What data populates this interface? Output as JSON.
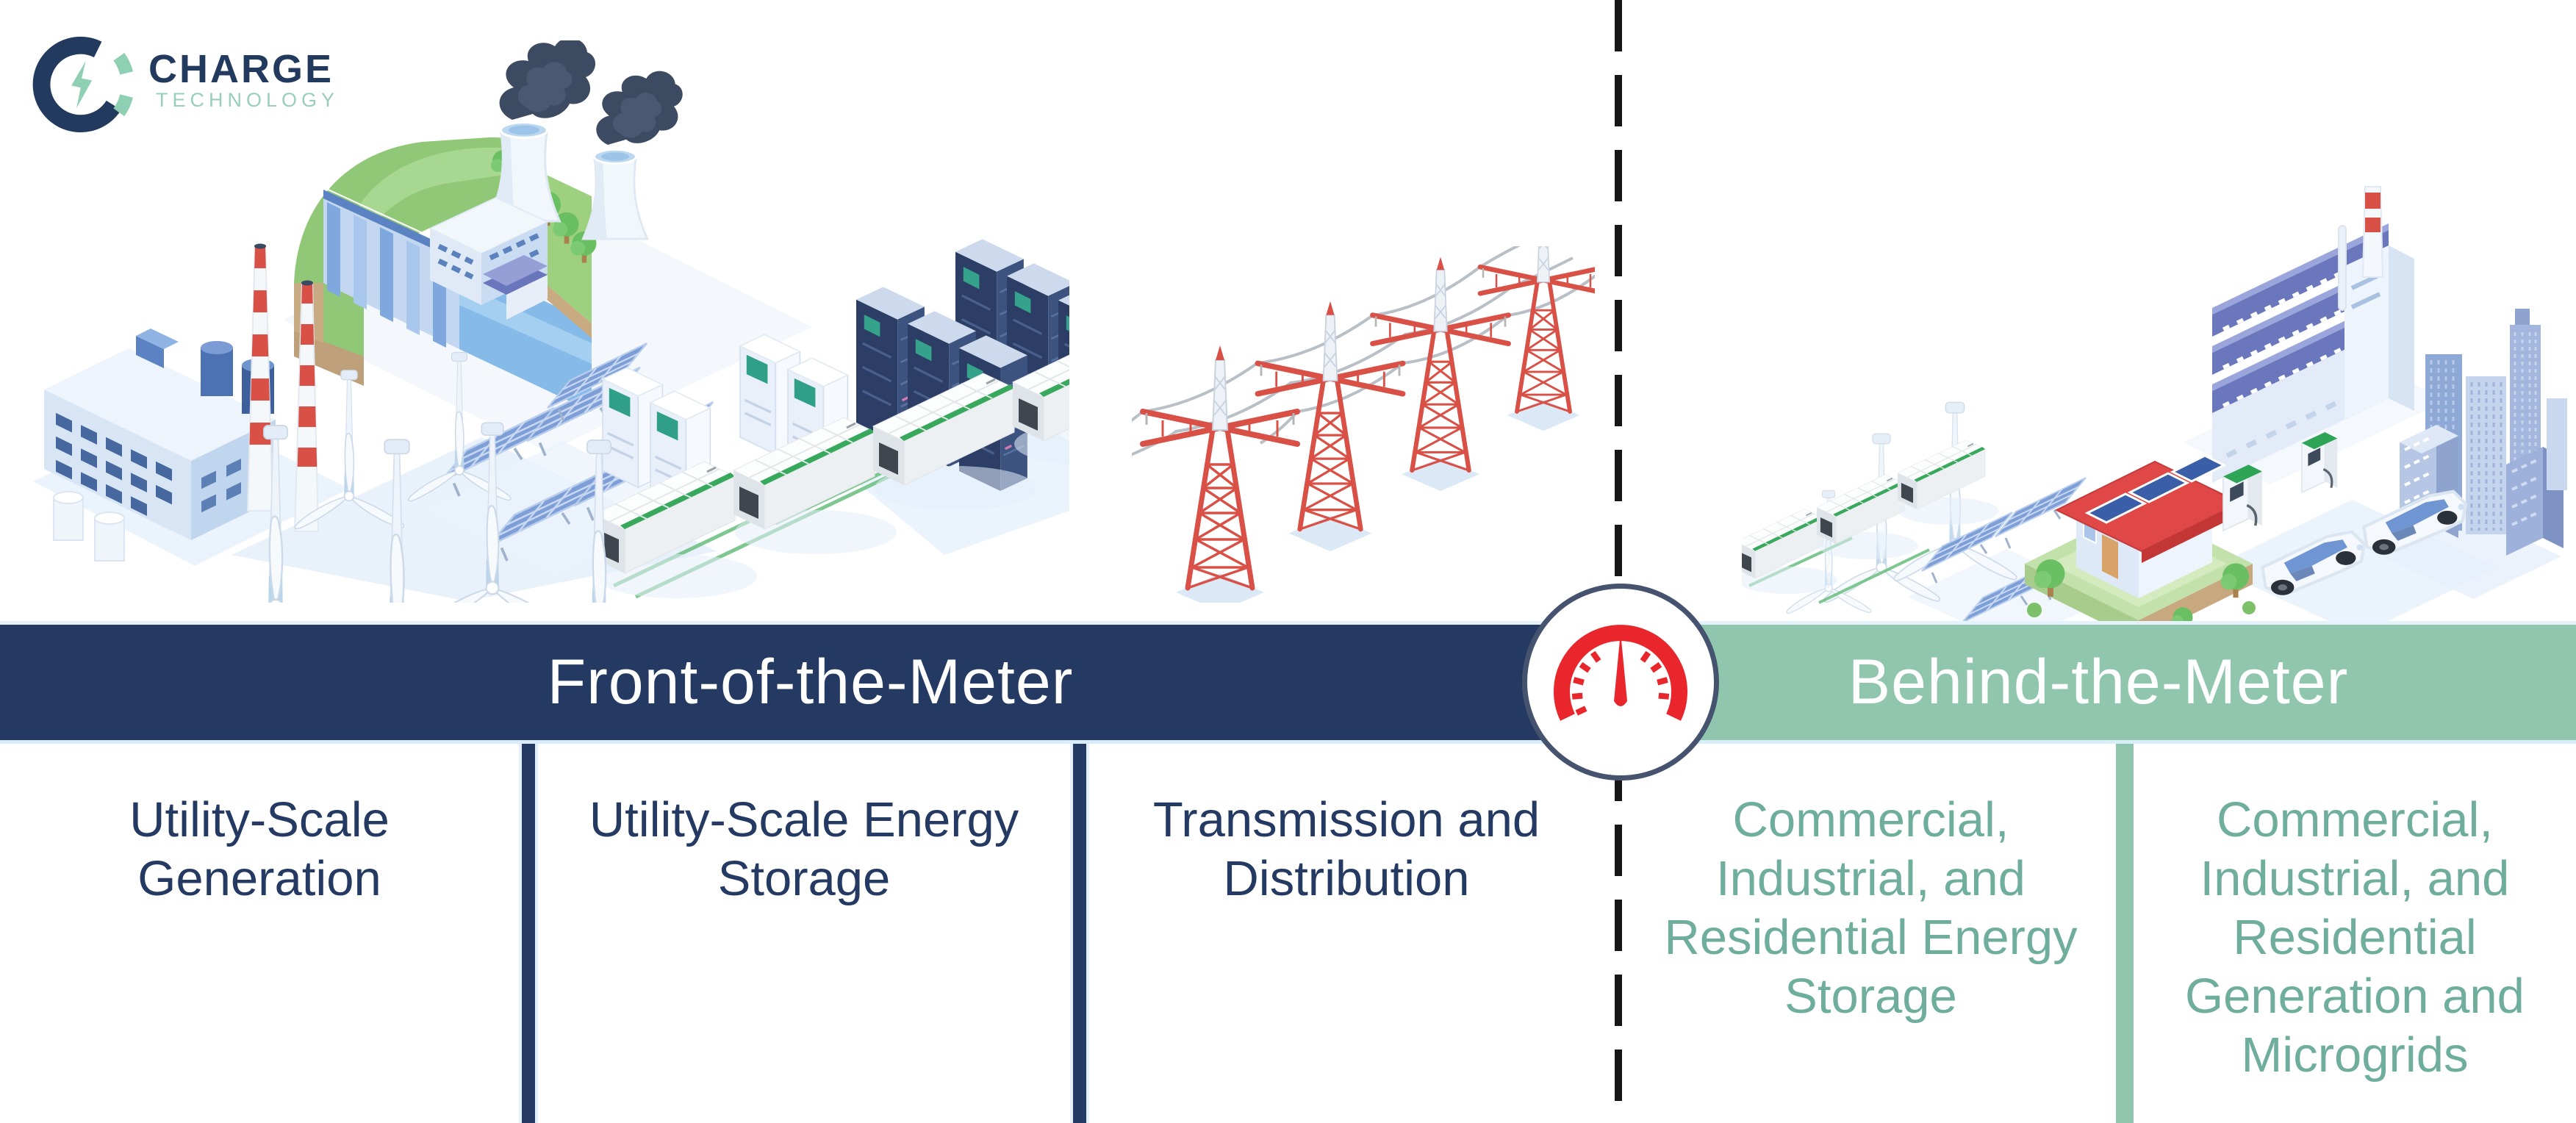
{
  "logo": {
    "brand": "CHARGE",
    "tagline": "TECHNOLOGY",
    "icon": "charge-c-bolt-icon",
    "brand_color": "#223a5e",
    "tagline_color": "#99cfb8"
  },
  "meter": {
    "icon": "gauge-meter-icon",
    "needle_color": "#e8262b",
    "ring_color": "#46536f",
    "divider_line": {
      "style": "dashed",
      "color": "#161616"
    }
  },
  "banners": {
    "front": {
      "label": "Front-of-the-Meter",
      "bg": "#243a63",
      "text_color": "#ffffff"
    },
    "behind": {
      "label": "Behind-the-Meter",
      "bg": "#8fc6ad",
      "text_color": "#ffffff"
    }
  },
  "columns": [
    {
      "side": "front-of-the-meter",
      "label": "Utility-Scale\nGeneration",
      "text_color": "#243a63"
    },
    {
      "side": "front-of-the-meter",
      "label": "Utility-Scale Energy\nStorage",
      "text_color": "#243a63"
    },
    {
      "side": "front-of-the-meter",
      "label": "Transmission and\nDistribution",
      "text_color": "#243a63"
    },
    {
      "side": "behind-the-meter",
      "label": "Commercial,\nIndustrial, and\nResidential Energy\nStorage",
      "text_color": "#6fae9c"
    },
    {
      "side": "behind-the-meter",
      "label": "Commercial,\nIndustrial, and\nResidential\nGeneration and\nMicrogrids",
      "text_color": "#6fae9c"
    }
  ],
  "scenes": {
    "utility_generation": {
      "name": "utility-scale-generation-illustration",
      "icons": [
        "coal-gas-plant-icon",
        "striped-chimney-icon",
        "fuel-tank-icon",
        "hydro-dam-icon",
        "cooling-tower-icon",
        "smoke-icon",
        "solar-array-icon",
        "wind-turbine-icon",
        "inverter-cabinet-icon",
        "server-rack-icon",
        "battery-container-icon"
      ]
    },
    "transmission": {
      "name": "transmission-towers-illustration",
      "icons": [
        "transmission-tower-icon",
        "power-line-icon"
      ]
    },
    "behind_the_meter": {
      "name": "behind-the-meter-illustration",
      "icons": [
        "wind-turbine-icon",
        "battery-container-icon",
        "solar-array-icon",
        "solar-roof-house-icon",
        "factory-icon",
        "city-buildings-icon",
        "ev-charger-icon",
        "electric-car-icon",
        "tree-icon"
      ]
    }
  },
  "palette": {
    "navy": "#243a63",
    "teal_banner": "#8fc6ad",
    "teal_text": "#6fae9c",
    "red": "#d85046",
    "gauge_red": "#e8262b",
    "light_blue": "#d9e8f7",
    "battery_green": "#38a95c"
  }
}
